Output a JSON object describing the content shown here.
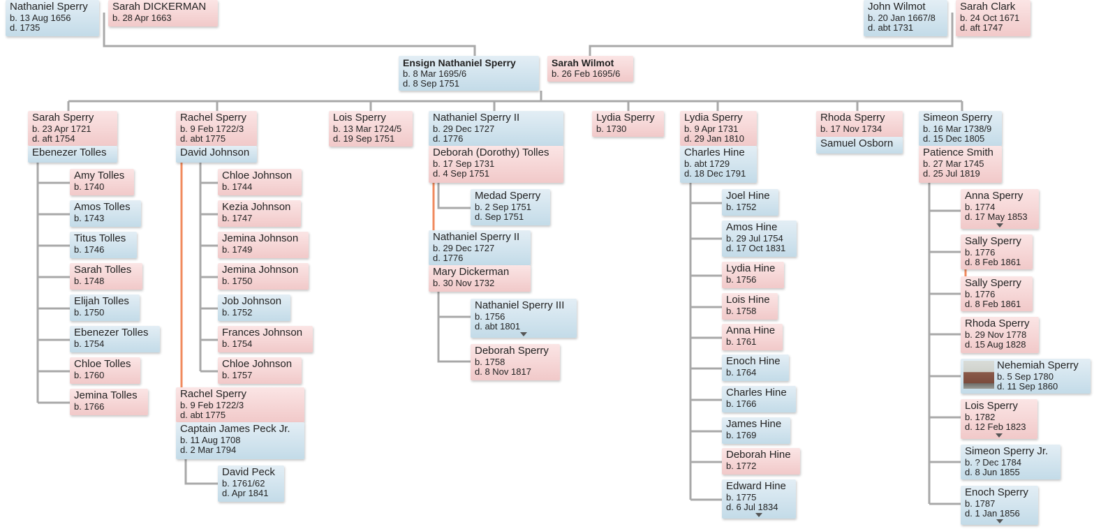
{
  "people": {
    "p_nathaniel_sr": {
      "name": "Nathaniel Sperry",
      "l1": "b. 13 Aug 1656",
      "l2": "d. 1735",
      "sex": "m"
    },
    "p_sarah_dickerman": {
      "name": "Sarah DICKERMAN",
      "l1": "b. 28 Apr 1663",
      "l2": "",
      "sex": "f"
    },
    "p_john_wilmot": {
      "name": "John Wilmot",
      "l1": "b. 20 Jan 1667/8",
      "l2": "d. abt 1731",
      "sex": "m"
    },
    "p_sarah_clark": {
      "name": "Sarah Clark",
      "l1": "b. 24 Oct 1671",
      "l2": "d. aft 1747",
      "sex": "f"
    },
    "p_ensign": {
      "name": "Ensign Nathaniel Sperry",
      "l1": "b. 8 Mar 1695/6",
      "l2": "d. 8 Sep 1751",
      "sex": "m"
    },
    "p_sarah_wilmot": {
      "name": "Sarah Wilmot",
      "l1": "b. 26 Feb 1695/6",
      "l2": "",
      "sex": "f"
    },
    "c_sarah": {
      "name": "Sarah Sperry",
      "l1": "b. 23 Apr 1721",
      "l2": "d. aft 1754",
      "sex": "f"
    },
    "s_ebenezer": {
      "name": "Ebenezer Tolles",
      "l1": "",
      "l2": "",
      "sex": "m"
    },
    "g_amy": {
      "name": "Amy Tolles",
      "l1": "b. 1740",
      "l2": "",
      "sex": "f"
    },
    "g_amos_t": {
      "name": "Amos Tolles",
      "l1": "b. 1743",
      "l2": "",
      "sex": "m"
    },
    "g_titus": {
      "name": "Titus Tolles",
      "l1": "b. 1746",
      "l2": "",
      "sex": "m"
    },
    "g_sarah_t": {
      "name": "Sarah Tolles",
      "l1": "b. 1748",
      "l2": "",
      "sex": "f"
    },
    "g_elijah": {
      "name": "Elijah Tolles",
      "l1": "b. 1750",
      "l2": "",
      "sex": "m"
    },
    "g_ebenezer_t": {
      "name": "Ebenezer Tolles",
      "l1": "b. 1754",
      "l2": "",
      "sex": "m"
    },
    "g_chloe_t": {
      "name": "Chloe Tolles",
      "l1": "b. 1760",
      "l2": "",
      "sex": "f"
    },
    "g_jemina_t": {
      "name": "Jemina Tolles",
      "l1": "b. 1766",
      "l2": "",
      "sex": "f"
    },
    "c_rachel": {
      "name": "Rachel Sperry",
      "l1": "b. 9 Feb 1722/3",
      "l2": "d. abt 1775",
      "sex": "f"
    },
    "s_david_johnson": {
      "name": "David Johnson",
      "l1": "",
      "l2": "",
      "sex": "m"
    },
    "g_chloe_j1": {
      "name": "Chloe Johnson",
      "l1": "b. 1744",
      "l2": "",
      "sex": "f"
    },
    "g_kezia": {
      "name": "Kezia Johnson",
      "l1": "b. 1747",
      "l2": "",
      "sex": "f"
    },
    "g_jemina_j1": {
      "name": "Jemina Johnson",
      "l1": "b. 1749",
      "l2": "",
      "sex": "f"
    },
    "g_jemina_j2": {
      "name": "Jemina Johnson",
      "l1": "b. 1750",
      "l2": "",
      "sex": "f"
    },
    "g_job": {
      "name": "Job Johnson",
      "l1": "b. 1752",
      "l2": "",
      "sex": "m"
    },
    "g_frances": {
      "name": "Frances Johnson",
      "l1": "b. 1754",
      "l2": "",
      "sex": "f"
    },
    "g_chloe_j2": {
      "name": "Chloe Johnson",
      "l1": "b. 1757",
      "l2": "",
      "sex": "f"
    },
    "c_rachel2": {
      "name": "Rachel Sperry",
      "l1": "b. 9 Feb 1722/3",
      "l2": "d. abt 1775",
      "sex": "f"
    },
    "s_james_peck": {
      "name": "Captain James Peck Jr.",
      "l1": "b. 11 Aug 1708",
      "l2": "d. 2 Mar 1794",
      "sex": "m"
    },
    "g_david_peck": {
      "name": "David Peck",
      "l1": "b. 1761/62",
      "l2": "d. Apr 1841",
      "sex": "m"
    },
    "c_lois": {
      "name": "Lois Sperry",
      "l1": "b. 13 Mar 1724/5",
      "l2": "d. 19 Sep 1751",
      "sex": "f"
    },
    "c_nathaniel2": {
      "name": "Nathaniel Sperry II",
      "l1": "b. 29 Dec 1727",
      "l2": "d. 1776",
      "sex": "m"
    },
    "s_deborah_tolles": {
      "name": "Deborah (Dorothy) Tolles",
      "l1": "b. 17 Sep 1731",
      "l2": "d. 4 Sep 1751",
      "sex": "f"
    },
    "g_medad": {
      "name": "Medad Sperry",
      "l1": "b. 2 Sep 1751",
      "l2": "d. Sep 1751",
      "sex": "m"
    },
    "c_nathaniel2b": {
      "name": "Nathaniel Sperry II",
      "l1": "b. 29 Dec 1727",
      "l2": "d. 1776",
      "sex": "m"
    },
    "s_mary_dickerman": {
      "name": "Mary Dickerman",
      "l1": "b. 30 Nov 1732",
      "l2": "",
      "sex": "f"
    },
    "g_nathaniel3": {
      "name": "Nathaniel Sperry III",
      "l1": "b. 1756",
      "l2": "d. abt 1801",
      "sex": "m"
    },
    "g_deborah_s": {
      "name": "Deborah Sperry",
      "l1": "b. 1758",
      "l2": "d. 8 Nov 1817",
      "sex": "f"
    },
    "c_lydia1": {
      "name": "Lydia Sperry",
      "l1": "b. 1730",
      "l2": "",
      "sex": "f"
    },
    "c_lydia2": {
      "name": "Lydia Sperry",
      "l1": "b. 9 Apr 1731",
      "l2": "d. 29 Jan 1810",
      "sex": "f"
    },
    "s_charles_hine": {
      "name": "Charles Hine",
      "l1": "b. abt 1729",
      "l2": "d. 18 Dec 1791",
      "sex": "m"
    },
    "g_joel": {
      "name": "Joel Hine",
      "l1": "b. 1752",
      "l2": "",
      "sex": "m"
    },
    "g_amos_h": {
      "name": "Amos Hine",
      "l1": "b. 29 Jul 1754",
      "l2": "d. 17 Oct 1831",
      "sex": "m"
    },
    "g_lydia_h": {
      "name": "Lydia Hine",
      "l1": "b. 1756",
      "l2": "",
      "sex": "f"
    },
    "g_lois_h": {
      "name": "Lois Hine",
      "l1": "b. 1758",
      "l2": "",
      "sex": "f"
    },
    "g_anna_h": {
      "name": "Anna Hine",
      "l1": "b. 1761",
      "l2": "",
      "sex": "f"
    },
    "g_enoch_h": {
      "name": "Enoch Hine",
      "l1": "b. 1764",
      "l2": "",
      "sex": "m"
    },
    "g_charles_h": {
      "name": "Charles Hine",
      "l1": "b. 1766",
      "l2": "",
      "sex": "m"
    },
    "g_james_h": {
      "name": "James Hine",
      "l1": "b. 1769",
      "l2": "",
      "sex": "m"
    },
    "g_deborah_h": {
      "name": "Deborah Hine",
      "l1": "b. 1772",
      "l2": "",
      "sex": "f"
    },
    "g_edward_h": {
      "name": "Edward Hine",
      "l1": "b. 1775",
      "l2": "d. 6 Jul 1834",
      "sex": "m"
    },
    "c_rhoda": {
      "name": "Rhoda Sperry",
      "l1": "b. 17 Nov 1734",
      "l2": "",
      "sex": "f"
    },
    "s_samuel_osborn": {
      "name": "Samuel Osborn",
      "l1": "",
      "l2": "",
      "sex": "m"
    },
    "c_simeon": {
      "name": "Simeon Sperry",
      "l1": "b. 16 Mar 1738/9",
      "l2": "d. 15 Dec 1805",
      "sex": "m"
    },
    "s_patience": {
      "name": "Patience Smith",
      "l1": "b. 27 Mar 1745",
      "l2": "d. 25 Jul 1819",
      "sex": "f"
    },
    "g_anna_s": {
      "name": "Anna Sperry",
      "l1": "b. 1774",
      "l2": "d. 17 May 1853",
      "sex": "f"
    },
    "g_sally1": {
      "name": "Sally Sperry",
      "l1": "b. 1776",
      "l2": "d. 8 Feb 1861",
      "sex": "f"
    },
    "g_sally2": {
      "name": "Sally Sperry",
      "l1": "b. 1776",
      "l2": "d. 8 Feb 1861",
      "sex": "f"
    },
    "g_rhoda_s": {
      "name": "Rhoda Sperry",
      "l1": "b. 29 Nov 1778",
      "l2": "d. 15 Aug 1828",
      "sex": "f"
    },
    "g_nehemiah": {
      "name": "Nehemiah Sperry",
      "l1": "b. 5 Sep 1780",
      "l2": "d. 11 Sep 1860",
      "sex": "m"
    },
    "g_lois_s": {
      "name": "Lois Sperry",
      "l1": "b. 1782",
      "l2": "d. 12 Feb 1823",
      "sex": "f"
    },
    "g_simeon_jr": {
      "name": "Simeon Sperry Jr.",
      "l1": "b. ?  Dec 1784",
      "l2": "d. 8 Jun 1855",
      "sex": "m"
    },
    "g_enoch_s": {
      "name": "Enoch Sperry",
      "l1": "b. 1787",
      "l2": "d. 1 Jan 1856",
      "sex": "m"
    }
  },
  "colors": {
    "male": "#c6dceb",
    "female": "#f2cccc",
    "line": "#a8a8a8",
    "highlight_line": "#f08a5d"
  },
  "icons": {
    "more_indicator": "expand-descendants-icon",
    "photo": "person-photo-thumbnail"
  }
}
